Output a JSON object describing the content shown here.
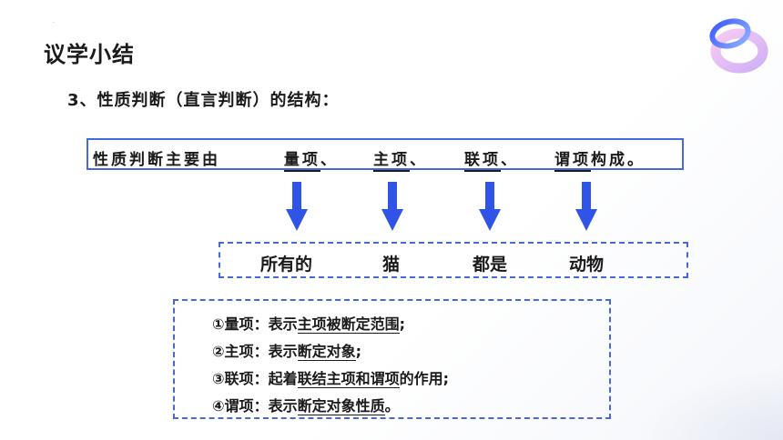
{
  "header": {
    "title": "议学小结"
  },
  "subtitle": "3、性质判断（直言判断）的结构：",
  "definition": {
    "prefix": "性质判断主要由",
    "term1": "量项",
    "sep1": "、",
    "term2": "主项",
    "sep2": "、",
    "term3": "联项",
    "sep3": "、",
    "term4": "谓项",
    "suffix": "构成。"
  },
  "example": {
    "word1": "所有的",
    "word2": "猫",
    "word3": "都是",
    "word4": "动物"
  },
  "notes": [
    {
      "num": "①",
      "term": "量项",
      "colon": "：",
      "pre": "表示",
      "underlined": "主项",
      "mid": "被断定范围",
      "post": ";"
    },
    {
      "num": "②",
      "term": "主项",
      "colon": "：",
      "pre": "表示",
      "underlined": "断定对象",
      "mid": "",
      "post": ";"
    },
    {
      "num": "③",
      "term": "联项",
      "colon": "：",
      "pre": "起着",
      "underlined": "联结主项和谓项",
      "mid": "的作用",
      "post": ";"
    },
    {
      "num": "④",
      "term": "谓项",
      "colon": "：",
      "pre": "表示",
      "underlined": "断定对象性质",
      "mid": "",
      "post": "。"
    }
  ],
  "colors": {
    "accent": "#4568dc",
    "arrow": "#2f54e6",
    "text": "#1a1a1a"
  }
}
